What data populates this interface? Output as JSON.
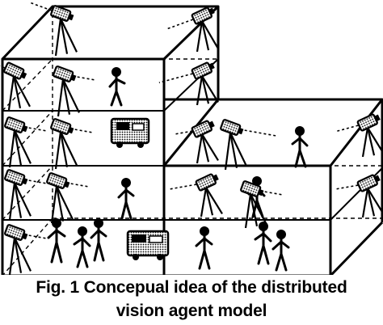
{
  "caption": {
    "line1": "Fig. 1 Concepual idea of the distributed",
    "line2": "vision agent model"
  },
  "colors": {
    "ink": "#000000",
    "paper": "#ffffff",
    "halftone": "#9a9a9a"
  },
  "elements": {
    "camera_icon": "video-camera-on-tripod",
    "person_icon": "walking-person",
    "robot_icon": "mobile-robot",
    "gaze_line": "dashed-camera-gaze"
  }
}
